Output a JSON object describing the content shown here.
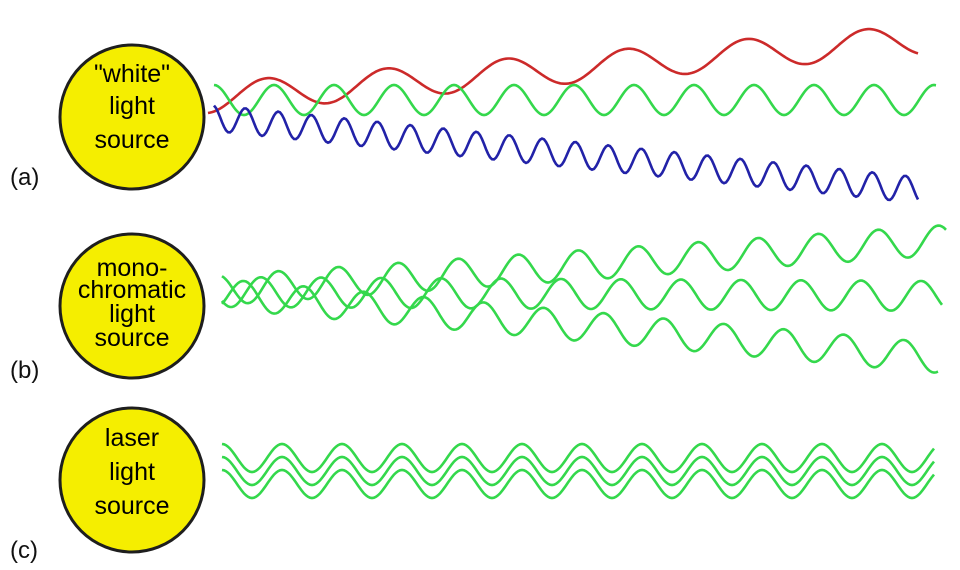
{
  "colors": {
    "background": "#ffffff",
    "source_fill": "#f5ee00",
    "source_stroke": "#1e1e1e",
    "text": "#000000",
    "red_wave": "#cc2a2a",
    "green_wave": "#34d84c",
    "blue_wave": "#2222a8"
  },
  "panels": [
    {
      "label": "(a)",
      "source_lines": [
        "\"white\"",
        "light",
        "source"
      ],
      "waves": [
        {
          "color": "red",
          "relative_wavelength": 2.0
        },
        {
          "color": "green",
          "relative_wavelength": 1.0
        },
        {
          "color": "blue",
          "relative_wavelength": 0.55
        }
      ]
    },
    {
      "label": "(b)",
      "source_lines": [
        "mono-",
        "chromatic",
        "light",
        "source"
      ],
      "waves": [
        {
          "color": "green",
          "relative_wavelength": 1.0
        },
        {
          "color": "green",
          "relative_wavelength": 1.0
        },
        {
          "color": "green",
          "relative_wavelength": 1.0
        }
      ]
    },
    {
      "label": "(c)",
      "source_lines": [
        "laser",
        "light",
        "source"
      ],
      "waves": [
        {
          "color": "green",
          "relative_wavelength": 1.0
        },
        {
          "color": "green",
          "relative_wavelength": 1.0
        },
        {
          "color": "green",
          "relative_wavelength": 1.0
        }
      ]
    }
  ]
}
